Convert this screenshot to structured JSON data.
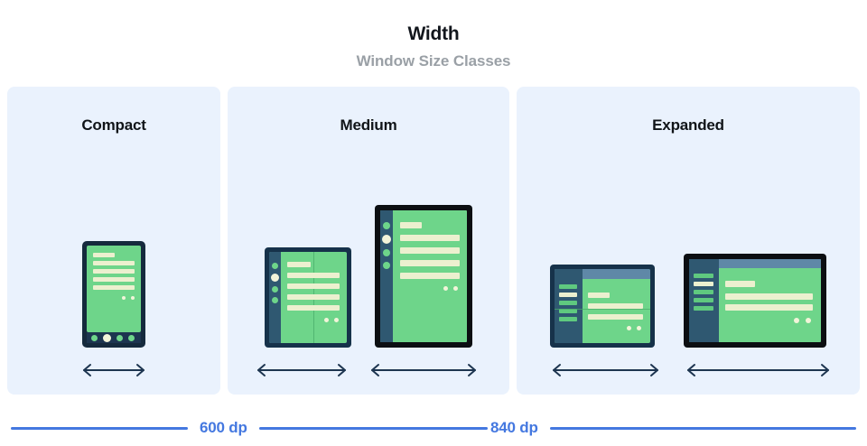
{
  "header": {
    "title": "Width",
    "subtitle": "Window Size Classes"
  },
  "panels": [
    {
      "key": "compact",
      "label": "Compact",
      "devices": [
        "phone-portrait"
      ]
    },
    {
      "key": "medium",
      "label": "Medium",
      "devices": [
        "foldable-portrait",
        "tablet-portrait"
      ]
    },
    {
      "key": "expanded",
      "label": "Expanded",
      "devices": [
        "foldable-landscape",
        "tablet-landscape"
      ]
    }
  ],
  "measures": [
    {
      "key": "600",
      "label": "600 dp"
    },
    {
      "key": "840",
      "label": "840 dp"
    }
  ],
  "colors": {
    "panel_background": "#eaf2fd",
    "page_background": "#ffffff",
    "title_text": "#12161c",
    "subtitle_text": "#9aa0a6",
    "measure_accent": "#4478e0",
    "device_frame_navy": "#16324a",
    "device_frame_black": "#0c0f12",
    "screen_green": "#6ed58a",
    "content_bar_cream": "#ecf0cf",
    "rail_slate": "#2f5871",
    "topbar_blue": "#5f88a7",
    "arrow": "#1d3550"
  },
  "icons": {
    "width-arrow": "double-headed-horizontal-arrow"
  }
}
